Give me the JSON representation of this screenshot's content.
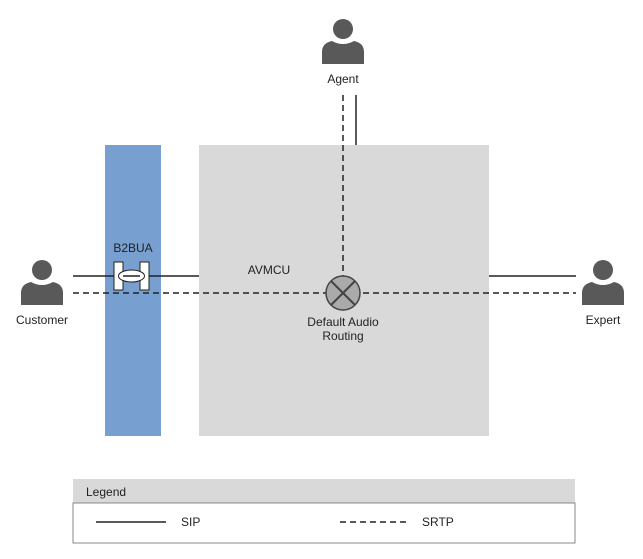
{
  "actors": {
    "agent": "Agent",
    "customer": "Customer",
    "expert": "Expert"
  },
  "components": {
    "b2bua": "B2BUA",
    "avmcu": "AVMCU",
    "routing_line1": "Default Audio",
    "routing_line2": "Routing"
  },
  "legend": {
    "title": "Legend",
    "solid_label": "SIP",
    "dashed_label": "SRTP"
  },
  "colors": {
    "b2bua_fill": "#779fcf",
    "avmcu_fill": "#d9d9d9",
    "person_fill": "#595959",
    "legend_header": "#d9d9d9",
    "line": "#222222"
  },
  "icons": [
    "person-icon",
    "mixer-icon",
    "connector-icon"
  ]
}
